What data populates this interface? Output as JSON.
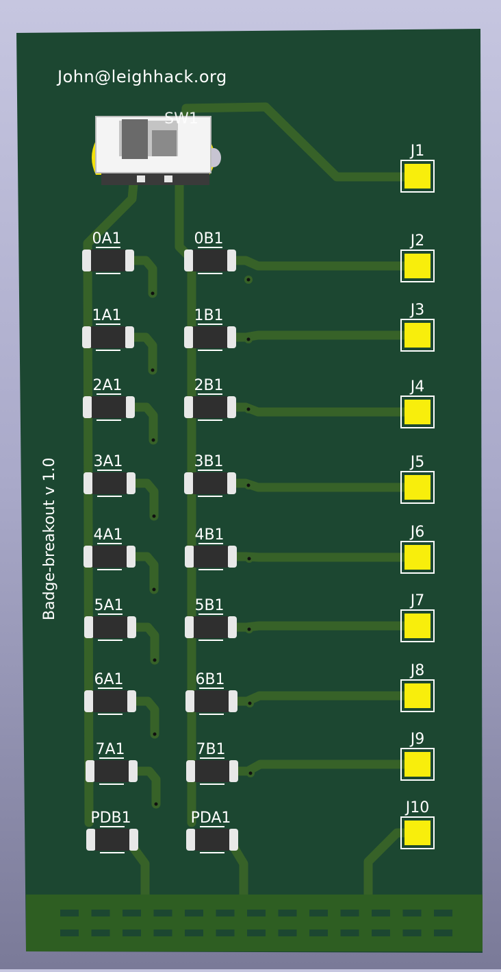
{
  "board": {
    "email": "John@leighhack.org",
    "version": "Badge-breakout v 1.0",
    "switch_ref": "SW1",
    "colors": {
      "substrate": "#1c4731",
      "trace": "#376228",
      "pad": "#f8ee0c",
      "silk": "#ffffff",
      "resistor_body": "#2f2f2f",
      "resistor_cap": "#e8e8e8",
      "edge_connector": "#2e5e22"
    }
  },
  "resistors_a": [
    "0A1",
    "1A1",
    "2A1",
    "3A1",
    "4A1",
    "5A1",
    "6A1",
    "7A1",
    "PDB1"
  ],
  "resistors_b": [
    "0B1",
    "1B1",
    "2B1",
    "3B1",
    "4B1",
    "5B1",
    "6B1",
    "7B1",
    "PDA1"
  ],
  "jumpers": [
    "J1",
    "J2",
    "J3",
    "J4",
    "J5",
    "J6",
    "J7",
    "J8",
    "J9",
    "J10"
  ],
  "edge_connector_pads_per_row": 13
}
